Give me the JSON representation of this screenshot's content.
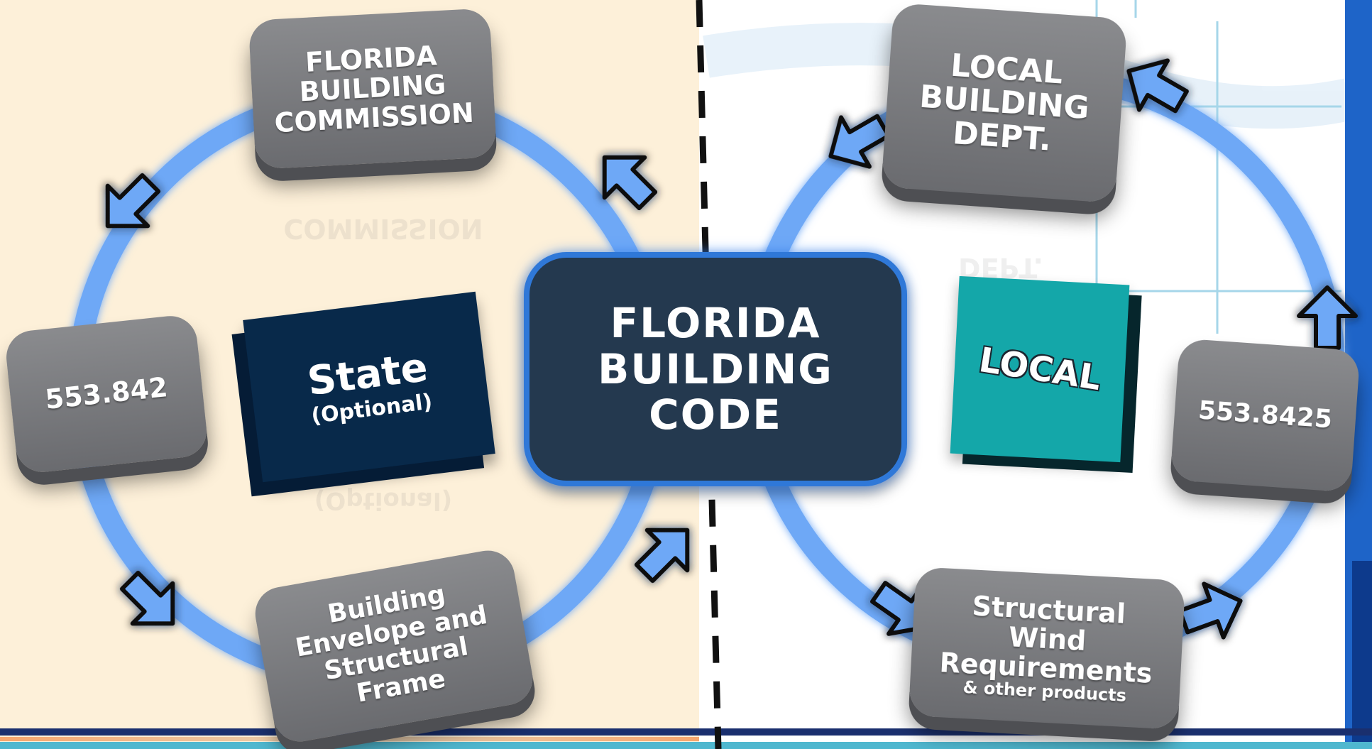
{
  "colors": {
    "left_bg": "#fdf0d9",
    "right_bg": "#ffffff",
    "cycle_blue": "#6ea8f6",
    "arrow_outline": "#111111",
    "gray_box": "#7a7b7f",
    "center_fill": "#24394f",
    "center_border": "#2f78d8",
    "state_fill": "#08294a",
    "local_fill": "#14a7a9"
  },
  "center": {
    "lines": [
      "FLORIDA",
      "BUILDING",
      "CODE"
    ]
  },
  "left": {
    "top": {
      "lines": [
        "FLORIDA",
        "BUILDING",
        "COMMISSION"
      ]
    },
    "side": {
      "lines": [
        "553.842"
      ]
    },
    "bottom": {
      "lines": [
        "Building",
        "Envelope and",
        "Structural",
        "Frame"
      ]
    },
    "state": {
      "title": "State",
      "subtitle": "(Optional)"
    }
  },
  "right": {
    "top": {
      "lines": [
        "LOCAL",
        "BUILDING",
        "DEPT."
      ]
    },
    "side": {
      "lines": [
        "553.8425"
      ]
    },
    "bottom": {
      "lines": [
        "Structural",
        "Wind",
        "Requirements"
      ],
      "small": "& other products"
    },
    "local": {
      "title": "LOCAL"
    }
  },
  "icons": {
    "cycle_arrows": "cycle-arrow-icon",
    "divider": "dashed-divider"
  }
}
